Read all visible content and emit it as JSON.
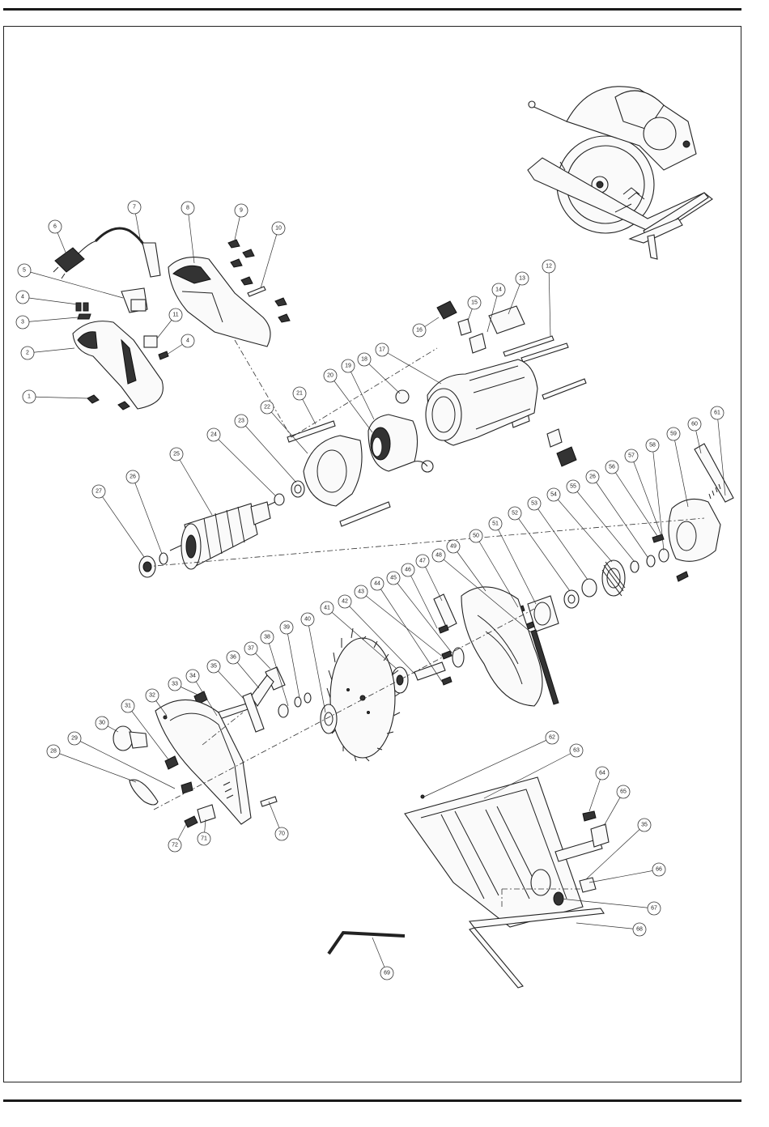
{
  "callouts": [
    {
      "id": "c1",
      "label": "1"
    },
    {
      "id": "c2",
      "label": "2"
    },
    {
      "id": "c3",
      "label": "3"
    },
    {
      "id": "c4a",
      "label": "4"
    },
    {
      "id": "c4b",
      "label": "4"
    },
    {
      "id": "c5",
      "label": "5"
    },
    {
      "id": "c6",
      "label": "6"
    },
    {
      "id": "c7",
      "label": "7"
    },
    {
      "id": "c8",
      "label": "8"
    },
    {
      "id": "c9",
      "label": "9"
    },
    {
      "id": "c10",
      "label": "10"
    },
    {
      "id": "c11",
      "label": "11"
    },
    {
      "id": "c12",
      "label": "12"
    },
    {
      "id": "c13",
      "label": "13"
    },
    {
      "id": "c14",
      "label": "14"
    },
    {
      "id": "c15",
      "label": "15"
    },
    {
      "id": "c16",
      "label": "16"
    },
    {
      "id": "c17",
      "label": "17"
    },
    {
      "id": "c18",
      "label": "18"
    },
    {
      "id": "c19",
      "label": "19"
    },
    {
      "id": "c20",
      "label": "20"
    },
    {
      "id": "c21",
      "label": "21"
    },
    {
      "id": "c22",
      "label": "22"
    },
    {
      "id": "c23",
      "label": "23"
    },
    {
      "id": "c24",
      "label": "24"
    },
    {
      "id": "c25",
      "label": "25"
    },
    {
      "id": "c26a",
      "label": "26"
    },
    {
      "id": "c27",
      "label": "27"
    },
    {
      "id": "c28",
      "label": "28"
    },
    {
      "id": "c29",
      "label": "29"
    },
    {
      "id": "c30",
      "label": "30"
    },
    {
      "id": "c31",
      "label": "31"
    },
    {
      "id": "c32",
      "label": "32"
    },
    {
      "id": "c33",
      "label": "33"
    },
    {
      "id": "c34",
      "label": "34"
    },
    {
      "id": "c35a",
      "label": "35"
    },
    {
      "id": "c36",
      "label": "36"
    },
    {
      "id": "c37",
      "label": "37"
    },
    {
      "id": "c38",
      "label": "38"
    },
    {
      "id": "c39",
      "label": "39"
    },
    {
      "id": "c40",
      "label": "40"
    },
    {
      "id": "c41",
      "label": "41"
    },
    {
      "id": "c42",
      "label": "42"
    },
    {
      "id": "c43",
      "label": "43"
    },
    {
      "id": "c44",
      "label": "44"
    },
    {
      "id": "c45",
      "label": "45"
    },
    {
      "id": "c46",
      "label": "46"
    },
    {
      "id": "c47",
      "label": "47"
    },
    {
      "id": "c48",
      "label": "48"
    },
    {
      "id": "c49",
      "label": "49"
    },
    {
      "id": "c50",
      "label": "50"
    },
    {
      "id": "c51",
      "label": "51"
    },
    {
      "id": "c52",
      "label": "52"
    },
    {
      "id": "c53",
      "label": "53"
    },
    {
      "id": "c54",
      "label": "54"
    },
    {
      "id": "c55",
      "label": "55"
    },
    {
      "id": "c26b",
      "label": "26"
    },
    {
      "id": "c56",
      "label": "56"
    },
    {
      "id": "c57",
      "label": "57"
    },
    {
      "id": "c58",
      "label": "58"
    },
    {
      "id": "c59",
      "label": "59"
    },
    {
      "id": "c60",
      "label": "60"
    },
    {
      "id": "c61",
      "label": "61"
    },
    {
      "id": "c62",
      "label": "62"
    },
    {
      "id": "c63",
      "label": "63"
    },
    {
      "id": "c64",
      "label": "64"
    },
    {
      "id": "c65",
      "label": "65"
    },
    {
      "id": "c35b",
      "label": "35"
    },
    {
      "id": "c66",
      "label": "66"
    },
    {
      "id": "c67",
      "label": "67"
    },
    {
      "id": "c68",
      "label": "68"
    },
    {
      "id": "c69",
      "label": "69"
    },
    {
      "id": "c70",
      "label": "70"
    },
    {
      "id": "c71",
      "label": "71"
    },
    {
      "id": "c72",
      "label": "72"
    }
  ]
}
